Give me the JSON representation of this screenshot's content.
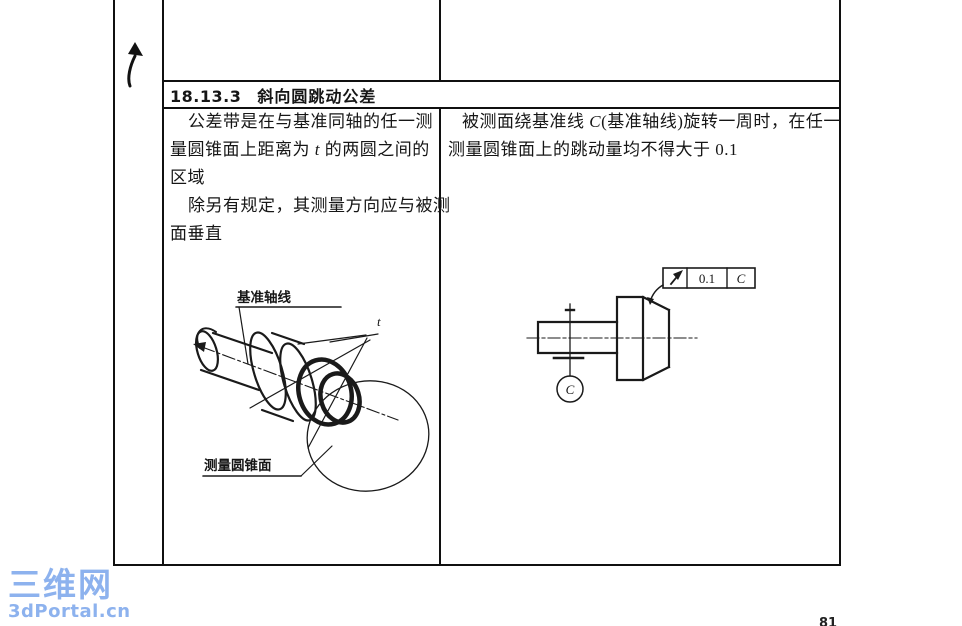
{
  "section": {
    "number": "18.13.3",
    "name": "斜向圆跳动公差"
  },
  "left_cell": {
    "l1": "公差带是在与基准同轴的任一测",
    "l2_pre": "量圆锥面上距离为 ",
    "l2_var": "t",
    "l2_post": " 的两圆之间的",
    "l3": "区域",
    "l4": "除另有规定，其测量方向应与被测",
    "l5": "面垂直",
    "diagram": {
      "axis_label": "基准轴线",
      "cone_label": "测量圆锥面",
      "t_label": "t"
    }
  },
  "right_cell": {
    "l1_pre": "被测面绕基准线 ",
    "l1_var": "C",
    "l1_post": "(基准轴线)旋转一周时，在任一",
    "l2": "测量圆锥面上的跳动量均不得大于 0.1",
    "diagram": {
      "fcf_symbol": "circular-runout-arrow",
      "fcf_tolerance": "0.1",
      "fcf_datum": "C",
      "datum_circle_label": "C"
    }
  },
  "watermark": {
    "logo_text": "三维网",
    "site_url": "3dPortal.cn",
    "color": "#8db2ee"
  },
  "page_number": "81",
  "ink_color": "#161616"
}
